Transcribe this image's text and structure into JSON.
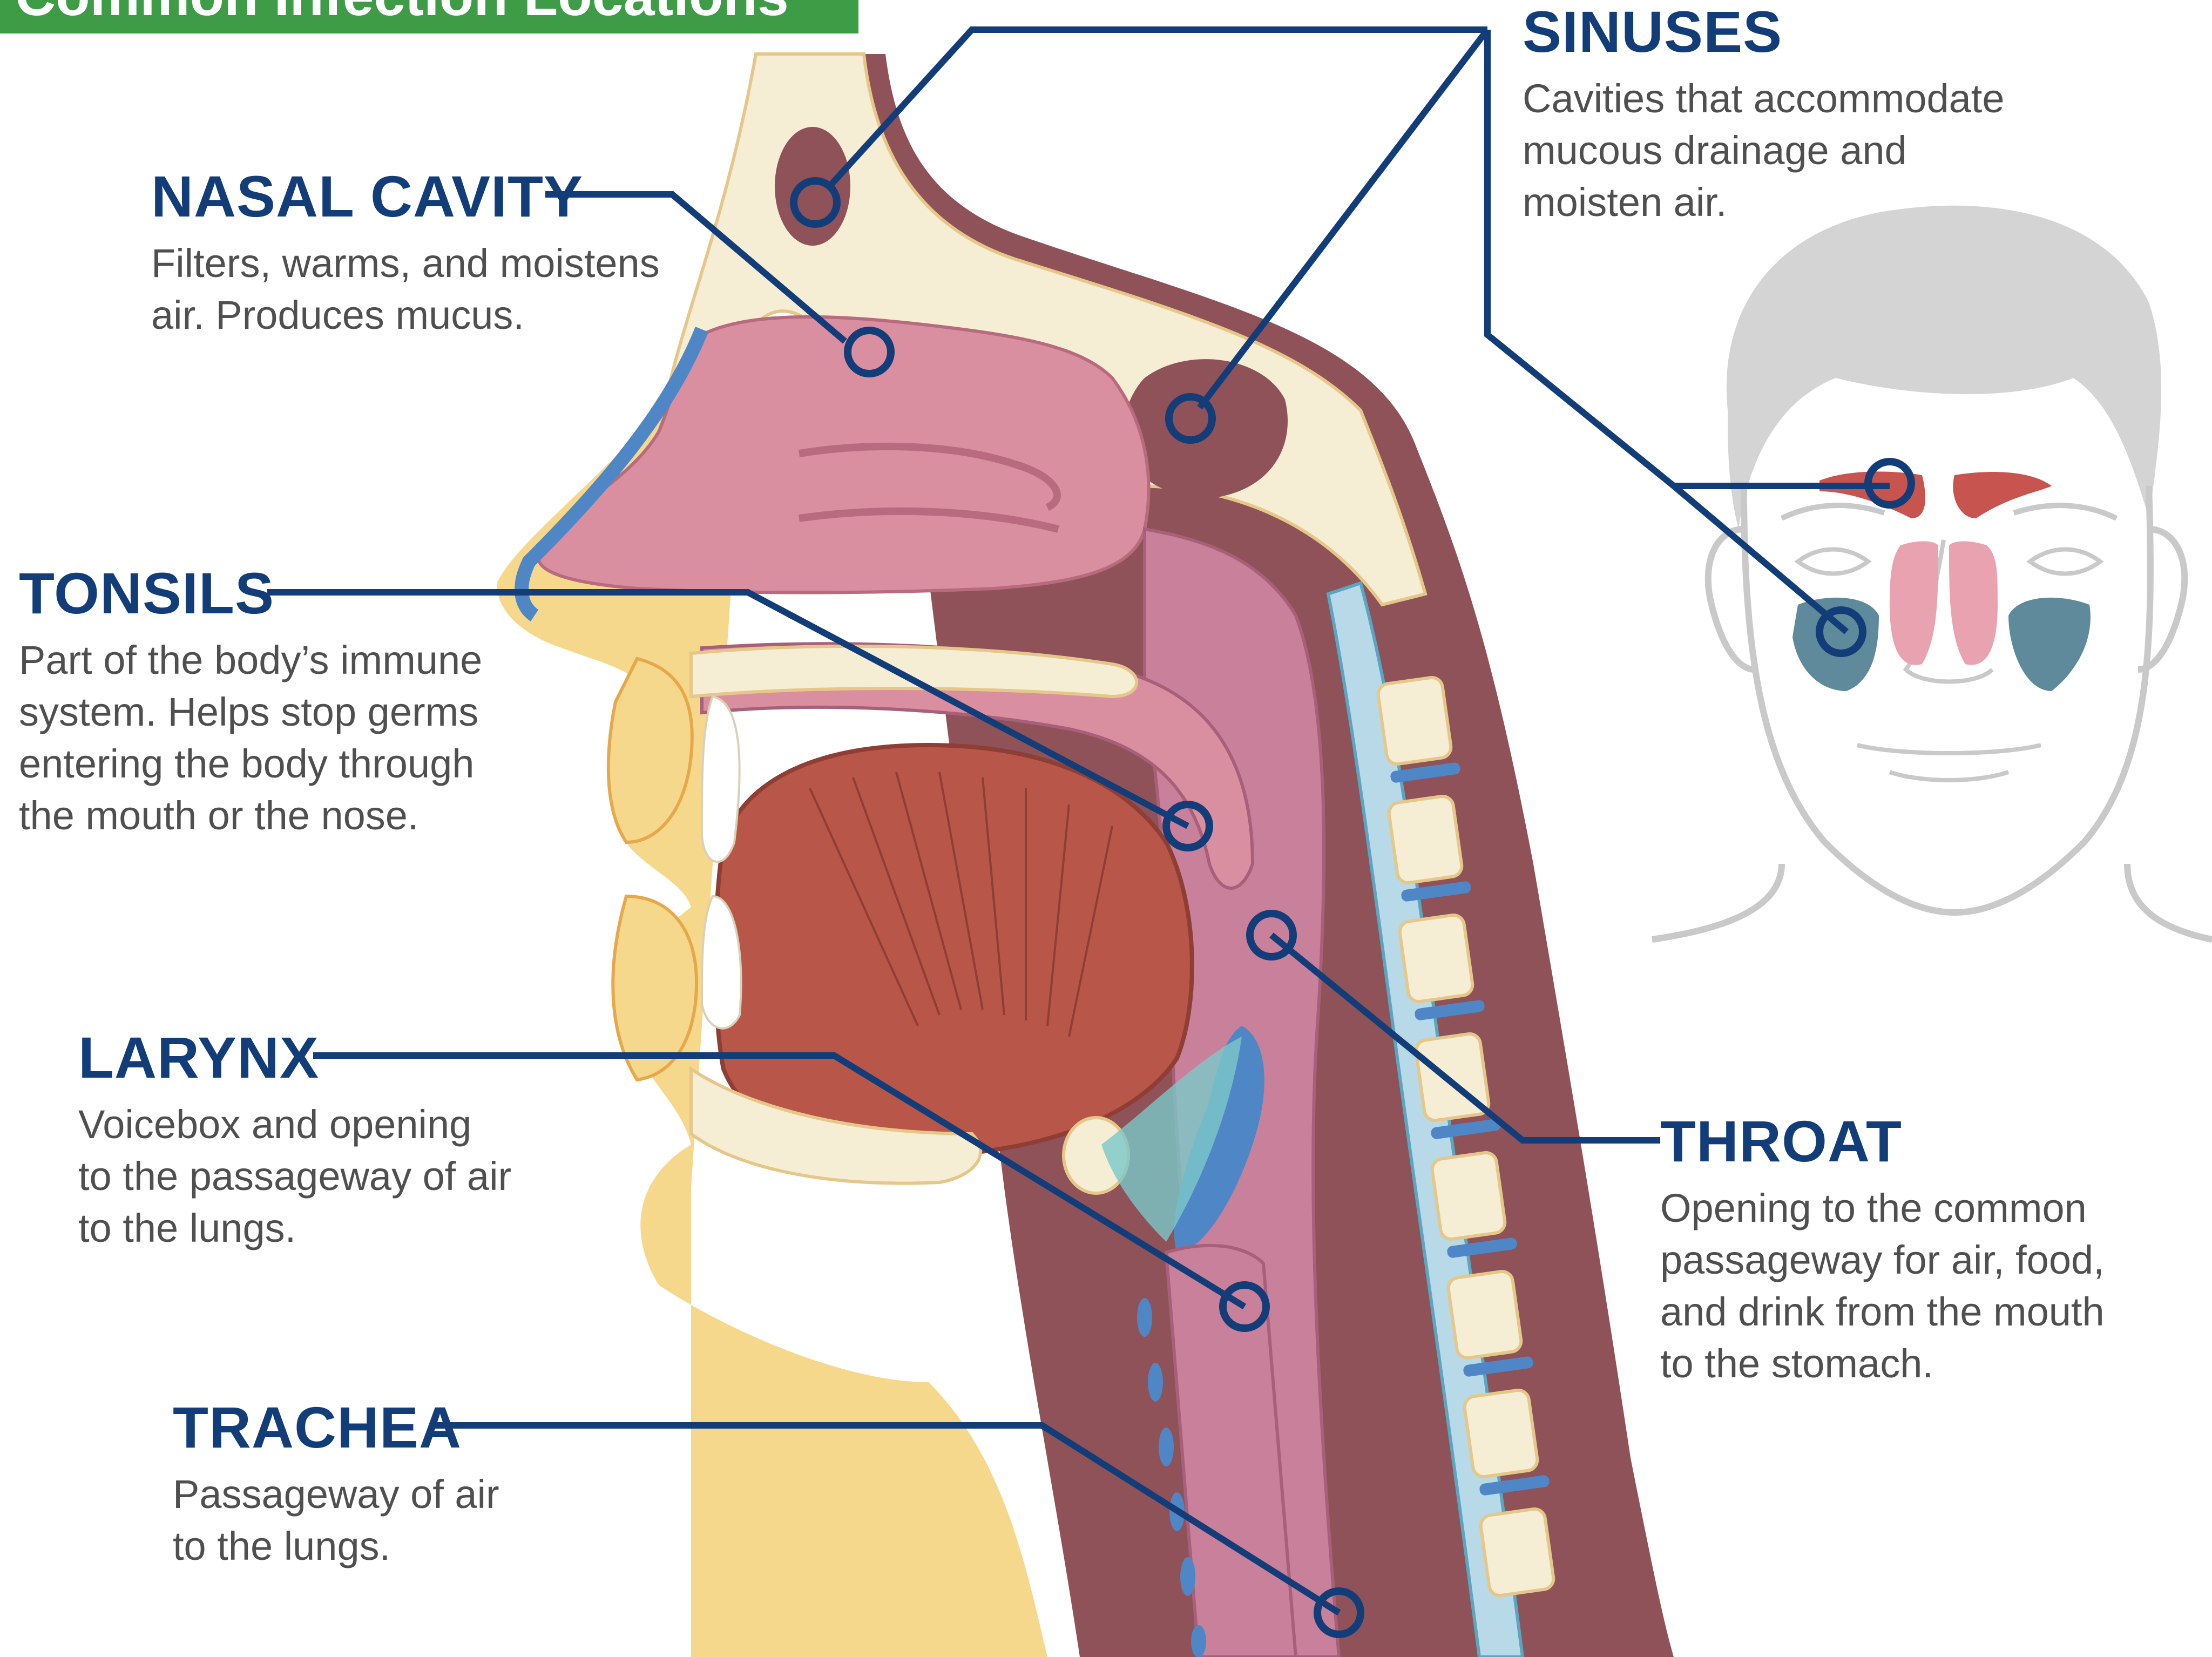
{
  "title": "Common Infection Locations",
  "colors": {
    "banner": "#3e9c46",
    "heading": "#123d78",
    "body_text": "#4f4f4f",
    "leader_line": "#123d78",
    "skin": "#f6d88c",
    "soft_tissue": "#d98fa0",
    "muscle": "#b8564a",
    "bone": "#f6edd5",
    "cartilage": "#4f86c6",
    "face_outline": "#c9c9c9",
    "sinus_frontal": "#c7544e",
    "sinus_maxillary": "#5f8a9c",
    "sinus_ethmoid": "#e8a2b0"
  },
  "labels": [
    {
      "id": "nasal-cavity",
      "heading": "NASAL CAVITY",
      "lines": [
        "Filters, warms, and moistens",
        "air. Produces mucus."
      ]
    },
    {
      "id": "sinuses",
      "heading": "SINUSES",
      "lines": [
        "Cavities that accommodate",
        "mucous drainage and",
        "moisten air."
      ]
    },
    {
      "id": "tonsils",
      "heading": "TONSILS",
      "lines": [
        "Part of the body’s immune",
        "system. Helps stop germs",
        "entering the body through",
        "the mouth or the nose."
      ]
    },
    {
      "id": "larynx",
      "heading": "LARYNX",
      "lines": [
        "Voicebox and opening",
        "to the passageway of air",
        "to the lungs."
      ]
    },
    {
      "id": "throat",
      "heading": "THROAT",
      "lines": [
        "Opening to the common",
        "passageway for air, food,",
        "and drink from the mouth",
        "to the stomach."
      ]
    },
    {
      "id": "trachea",
      "heading": "TRACHEA",
      "lines": [
        "Passageway of air",
        "to the lungs."
      ]
    }
  ]
}
